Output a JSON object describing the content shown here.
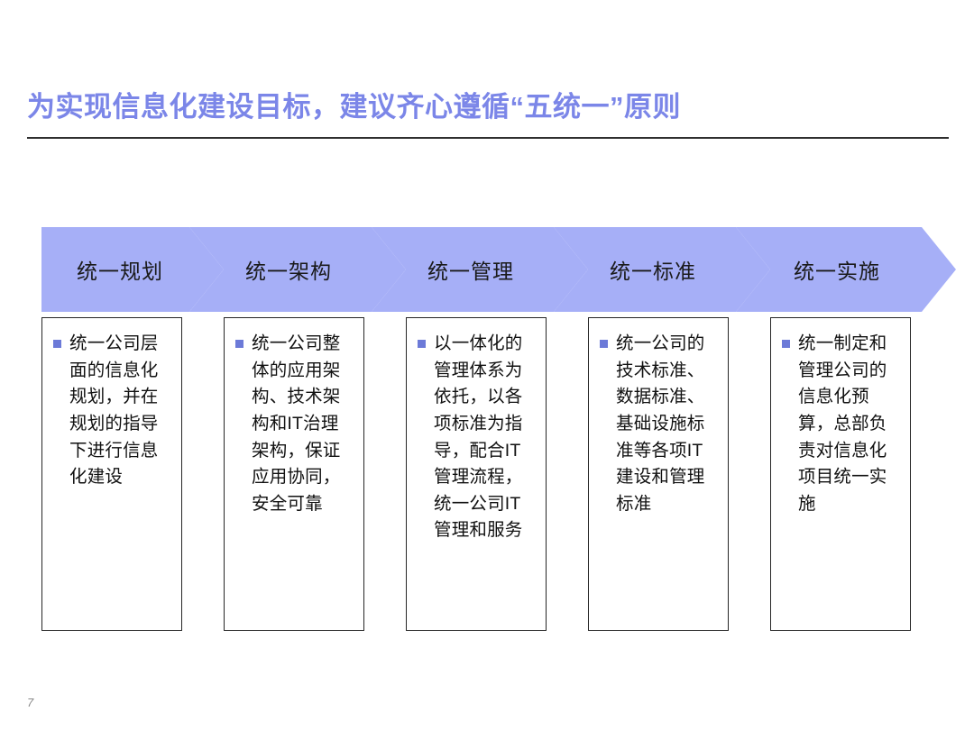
{
  "title": "为实现信息化建设目标，建议齐心遵循“五统一”原则",
  "page_number": "7",
  "colors": {
    "title_text": "#7b86e8",
    "chevron_fill": "#a6aff7",
    "bullet": "#6c7ad8",
    "box_border": "#262626",
    "rule": "#2f2f2f"
  },
  "steps": [
    {
      "label": "统一规划",
      "detail": "统一公司层面的信息化规划，并在规划的指导下进行信息化建设"
    },
    {
      "label": "统一架构",
      "detail": "统一公司整体的应用架构、技术架构和IT治理架构，保证应用协同，安全可靠"
    },
    {
      "label": "统一管理",
      "detail": "以一体化的管理体系为依托，以各项标准为指导，配合IT管理流程，统一公司IT管理和服务"
    },
    {
      "label": "统一标准",
      "detail": "统一公司的技术标准、数据标准、基础设施标准等各项IT建设和管理标准"
    },
    {
      "label": "统一实施",
      "detail": "统一制定和管理公司的信息化预算，总部负责对信息化项目统一实施"
    }
  ]
}
